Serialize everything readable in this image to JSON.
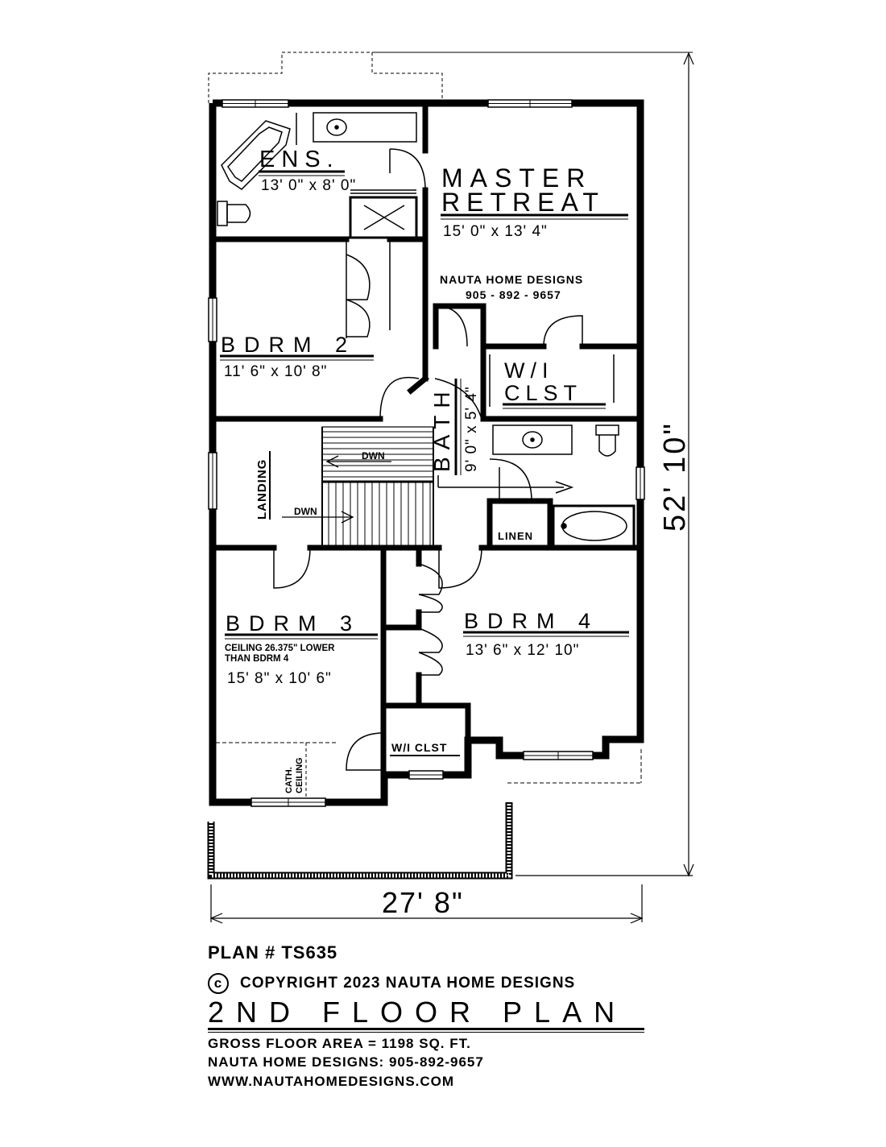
{
  "plan": {
    "rooms": {
      "ens_name": "ENS.",
      "ens_dim": "13' 0\" x 8' 0\"",
      "master_line1": "MASTER",
      "master_line2": "RETREAT",
      "master_dim": "15' 0\" x 13' 4\"",
      "company_name": "NAUTA HOME DESIGNS",
      "company_phone": "905 - 892 - 9657",
      "bdrm2_name": "BDRM 2",
      "bdrm2_dim": "11' 6\" x 10' 8\"",
      "wi_line1": "W/I",
      "wi_line2": "CLST",
      "bath_name": "BATH",
      "bath_dim": "9' 0\" x 5' 4\"",
      "landing": "LANDING",
      "dwn1": "DWN",
      "dwn2": "DWN",
      "linen": "LINEN",
      "bdrm3_name": "BDRM 3",
      "bdrm3_note1": "CEILING 26.375\" LOWER",
      "bdrm3_note2": "THAN BDRM 4",
      "bdrm3_dim": "15' 8\" x 10' 6\"",
      "bdrm4_name": "BDRM 4",
      "bdrm4_dim": "13' 6\" x 12' 10\"",
      "wi_clst_small": "W/I CLST",
      "cath1": "CATH.",
      "cath2": "CEILING"
    },
    "dimensions": {
      "width": "27' 8\"",
      "depth": "52' 10\""
    }
  },
  "footer": {
    "plan_number": "PLAN # TS635",
    "copyright_symbol": "c",
    "copyright": "COPYRIGHT 2023 NAUTA HOME DESIGNS",
    "title": "2ND FLOOR PLAN",
    "gross_area": "GROSS FLOOR AREA = 1198 SQ. FT.",
    "phone": "NAUTA HOME DESIGNS: 905-892-9657",
    "website": "WWW.NAUTAHOMEDESIGNS.COM"
  }
}
